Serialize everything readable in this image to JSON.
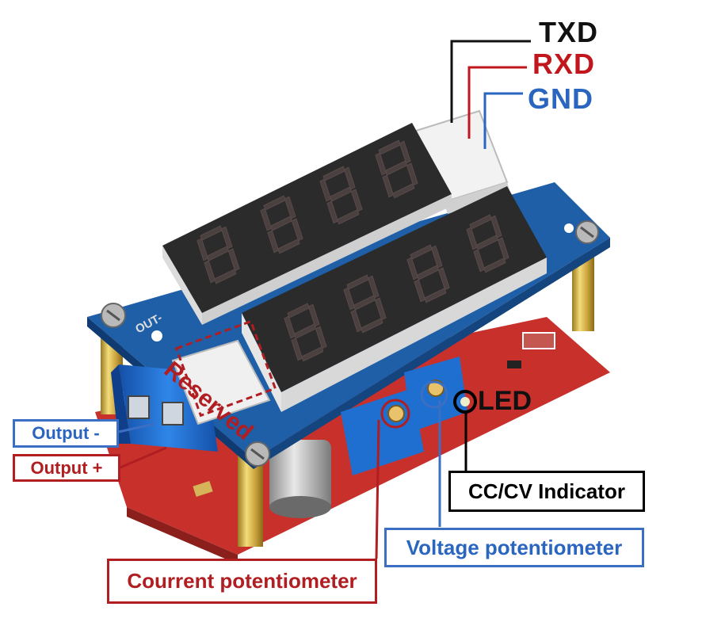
{
  "labels": {
    "txd": "TXD",
    "rxd": "RXD",
    "gnd": "GND",
    "led": "LED",
    "reserved": "Reserved",
    "output_minus": "Output -",
    "output_plus": "Output +",
    "cc_cv_indicator": "CC/CV Indicator",
    "voltage_potentiometer": "Voltage potentiometer",
    "current_potentiometer": "Courrent potentiometer",
    "silk_out_minus": "OUT-"
  },
  "colors": {
    "txd": "#111111",
    "rxd": "#c0161c",
    "gnd": "#2a66c0",
    "annotation_blue": "#3a6fc4",
    "annotation_red": "#b01e22",
    "pcb_blue": "#1e5fa8",
    "pcb_red": "#c8302c",
    "display_body": "#2a2a2a",
    "terminal_blue": "#1f6fd0",
    "brass": "#d4b048"
  }
}
